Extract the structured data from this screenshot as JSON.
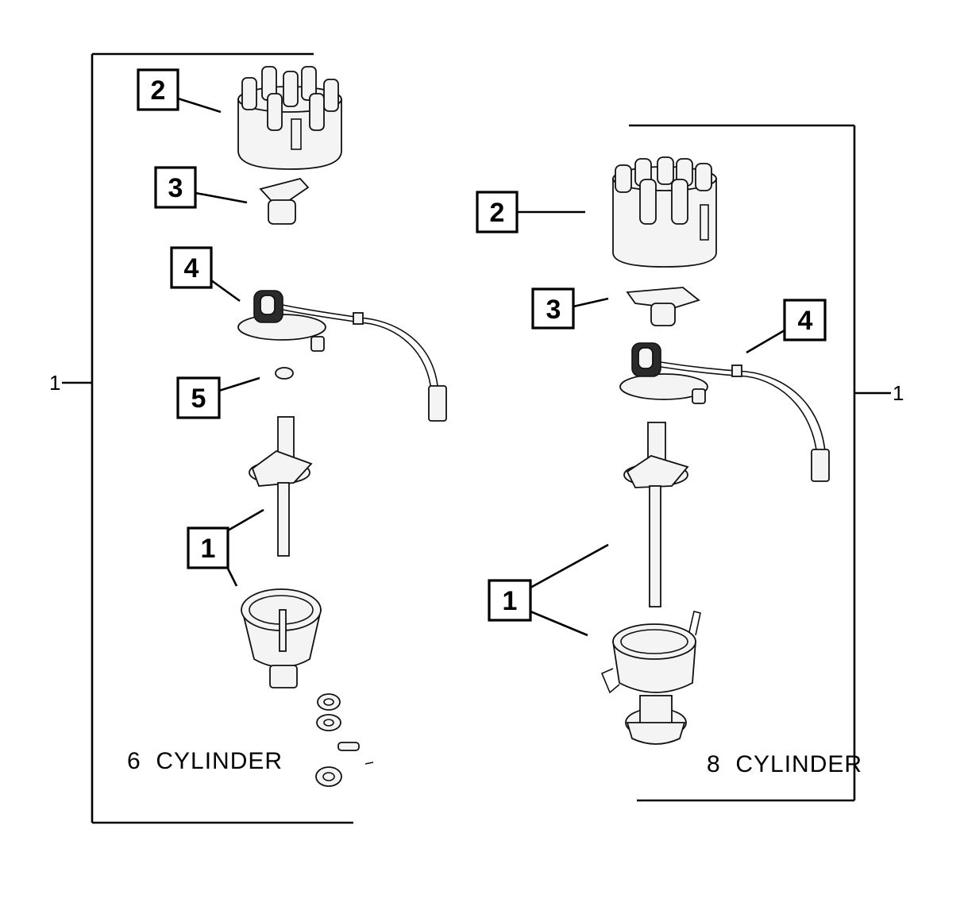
{
  "left_group": {
    "title": "6  CYLINDER",
    "bracket_label": "1",
    "callouts": [
      "2",
      "3",
      "4",
      "5",
      "1"
    ]
  },
  "right_group": {
    "title": "8  CYLINDER",
    "bracket_label": "1",
    "callouts": [
      "2",
      "3",
      "4",
      "1"
    ]
  }
}
